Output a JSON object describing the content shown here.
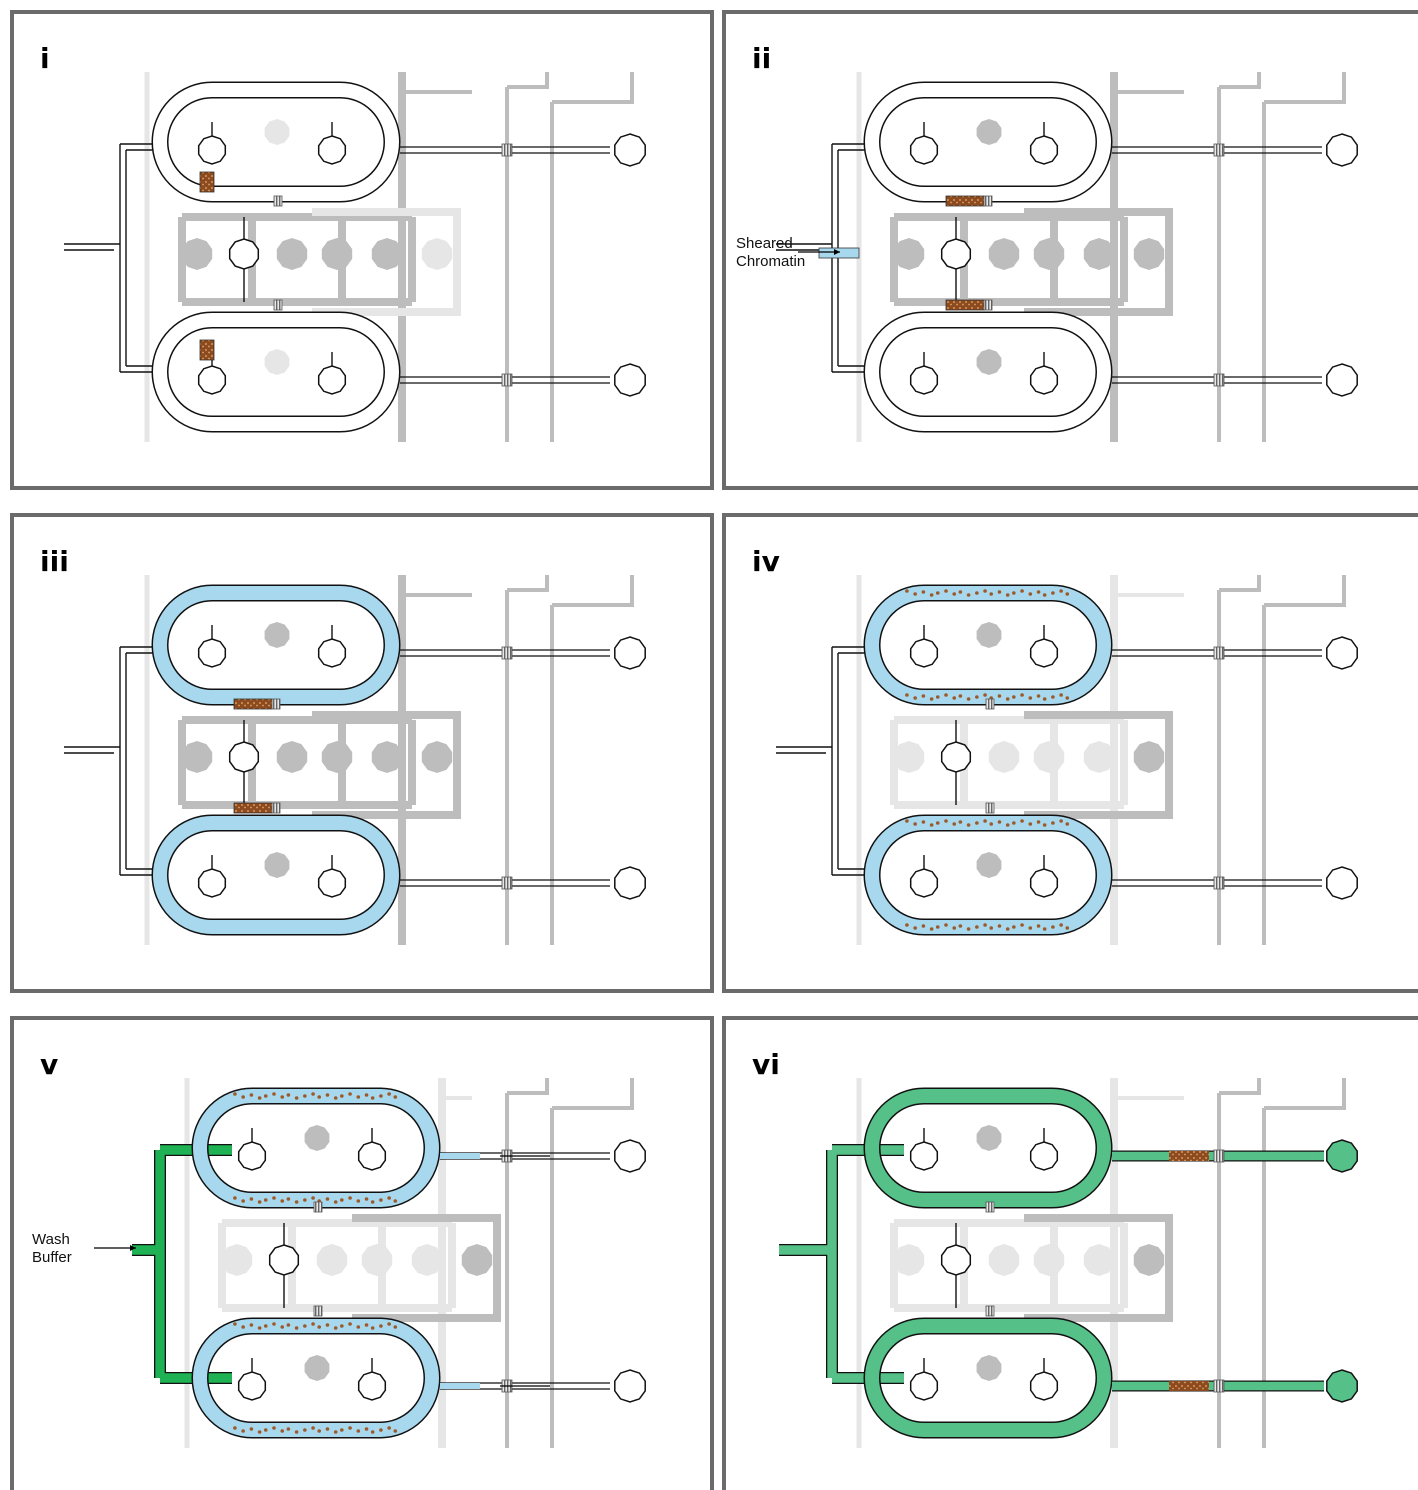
{
  "figure": {
    "panels": [
      {
        "id": "i",
        "label": "i",
        "annotation_lines": []
      },
      {
        "id": "ii",
        "label": "ii",
        "annotation_lines": [
          "Sheared",
          "Chromatin"
        ]
      },
      {
        "id": "iii",
        "label": "iii",
        "annotation_lines": []
      },
      {
        "id": "iv",
        "label": "iv",
        "annotation_lines": []
      },
      {
        "id": "v",
        "label": "v",
        "annotation_lines": [
          "Wash",
          "Buffer"
        ]
      },
      {
        "id": "vi",
        "label": "vi",
        "annotation_lines": []
      }
    ]
  },
  "colors": {
    "frame": "#6b6b6b",
    "outline": "#111111",
    "valve_dark": "#bdbdbd",
    "valve_light": "#e6e6e6",
    "column": "#8b4a1f",
    "column_dot": "#d08a4a",
    "sample_blue": "#a8d8ee",
    "bead": "#9c5a2a",
    "wash_green": "#1fb254",
    "elute_green": "#55c088",
    "filter": "#777777"
  }
}
